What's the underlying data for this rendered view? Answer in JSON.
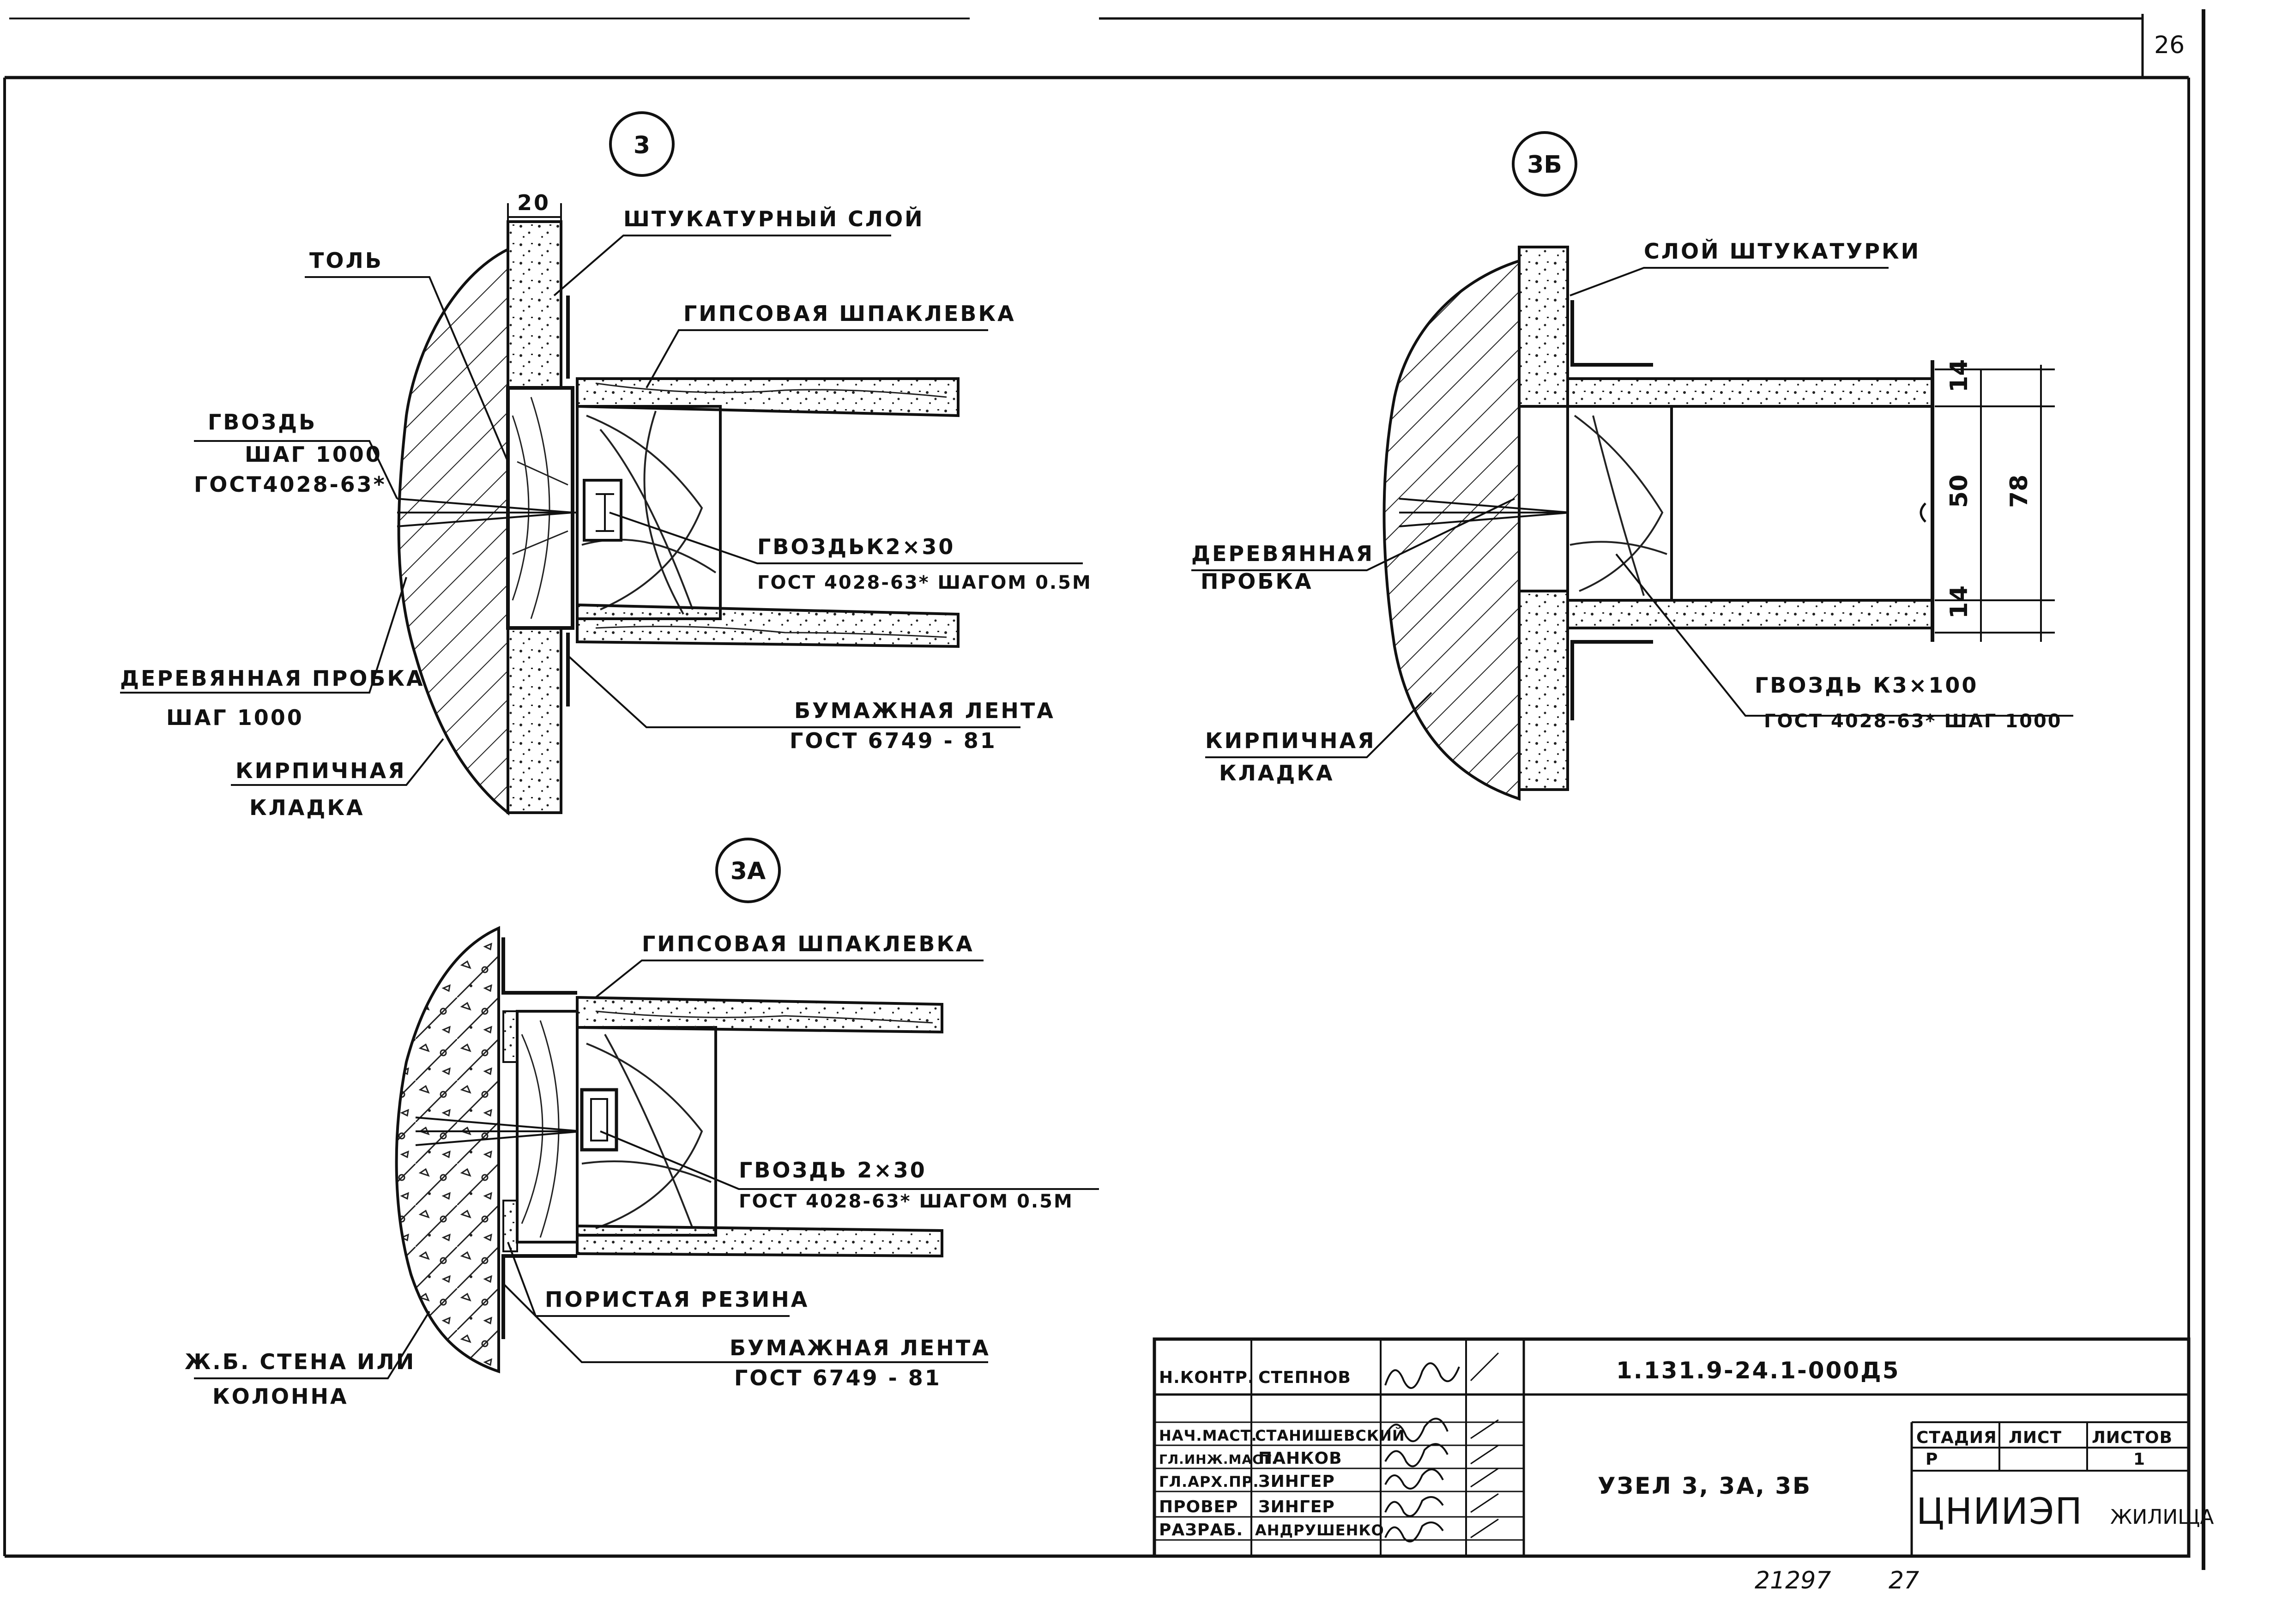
{
  "sheet": {
    "page_number": "26",
    "bottom_codes": [
      "21297",
      "27"
    ]
  },
  "detail_3": {
    "marker": "3",
    "dim_20": "20",
    "labels": {
      "tol": "ТОЛЬ",
      "plaster_layer": "ШТУКАТУРНЫЙ СЛОЙ",
      "gypsum_putty": "ГИПСОВАЯ ШПАКЛЕВКА",
      "nail": "ГВОЗДЬ",
      "nail_step": "ШАГ 1000",
      "nail_gost": "ГОСТ4028-63*",
      "nail_k": "ГВОЗДЬК2×30",
      "nail_k_gost": "ГОСТ 4028-63* ШАГОМ 0.5М",
      "wood_plug": "ДЕРЕВЯННАЯ ПРОБКА",
      "wood_plug_step": "ШАГ 1000",
      "paper_tape": "БУМАЖНАЯ ЛЕНТА",
      "paper_tape_gost": "ГОСТ 6749 - 81",
      "brick_1": "КИРПИЧНАЯ",
      "brick_2": "КЛАДКА"
    }
  },
  "detail_3a": {
    "marker": "3А",
    "labels": {
      "gypsum_putty": "ГИПСОВАЯ ШПАКЛЕВКА",
      "nail": "ГВОЗДЬ 2×30",
      "nail_gost": "ГОСТ 4028-63* ШАГОМ 0.5М",
      "porous_rubber": "ПОРИСТАЯ РЕЗИНА",
      "paper_tape": "БУМАЖНАЯ ЛЕНТА",
      "paper_tape_gost": "ГОСТ 6749 - 81",
      "rc_wall_1": "Ж.Б. СТЕНА ИЛИ",
      "rc_wall_2": "КОЛОННА"
    }
  },
  "detail_3b": {
    "marker": "3Б",
    "labels": {
      "plaster_layer": "СЛОЙ ШТУКАТУРКИ",
      "wood_plug_1": "ДЕРЕВЯННАЯ",
      "wood_plug_2": "ПРОБКА",
      "brick_1": "КИРПИЧНАЯ",
      "brick_2": "КЛАДКА",
      "nail": "ГВОЗДЬ К3×100",
      "nail_gost": "ГОСТ 4028-63* ШАГ 1000"
    },
    "dims": {
      "top": "14",
      "mid": "50",
      "total": "78",
      "bottom": "14"
    }
  },
  "title_block": {
    "doc_code": "1.131.9-24.1-000Д5",
    "title": "УЗЕЛ 3, 3А, 3Б",
    "stage_header": "СТАДИЯ",
    "sheet_header": "ЛИСТ",
    "sheets_header": "ЛИСТОВ",
    "stage_value": "Р",
    "sheet_value": "",
    "sheets_value": "1",
    "org_main": "ЦНИИЭП",
    "org_sub": "ЖИЛИЩА",
    "rows": [
      {
        "role": "Н.КОНТР.",
        "name": "СТЕПНОВ"
      },
      {
        "role": "НАЧ.МАСТ.",
        "name": "СТАНИШЕВСКИЙ"
      },
      {
        "role": "ГЛ.ИНЖ.МАСТ.",
        "name": "ПАНКОВ"
      },
      {
        "role": "ГЛ.АРХ.ПР.",
        "name": "ЗИНГЕР"
      },
      {
        "role": "ПРОВЕР",
        "name": "ЗИНГЕР"
      },
      {
        "role": "РАЗРАБ.",
        "name": "АНДРУШЕНКО"
      }
    ]
  }
}
